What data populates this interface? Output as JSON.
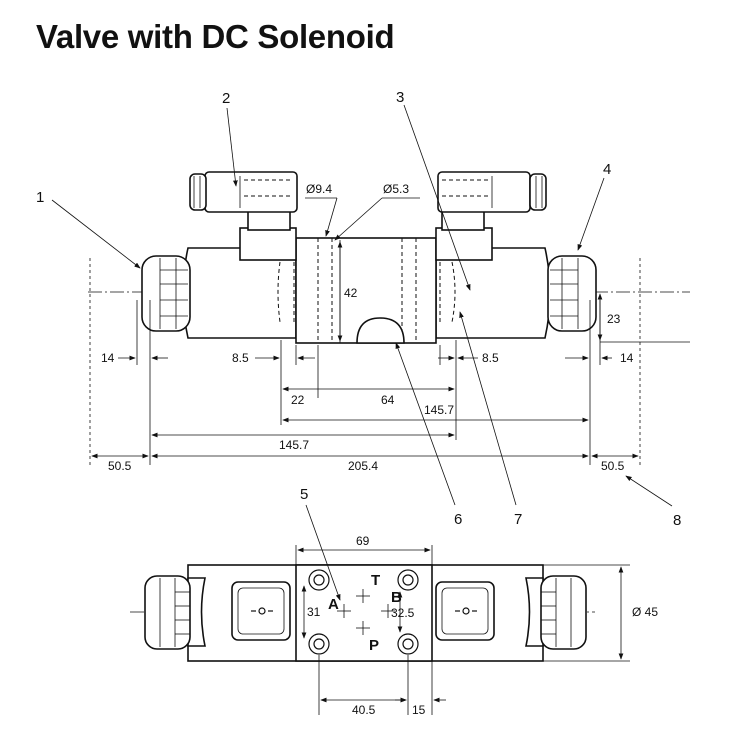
{
  "title": "Valve with DC Solenoid",
  "callouts": [
    "1",
    "2",
    "3",
    "4",
    "5",
    "6",
    "7",
    "8"
  ],
  "dimensions": {
    "dia_9_4": "Ø9.4",
    "dia_5_3": "Ø5.3",
    "d42": "42",
    "d23": "23",
    "d14_left": "14",
    "d14_right": "14",
    "d8_5_left": "8.5",
    "d8_5_right": "8.5",
    "d22": "22",
    "d64": "64",
    "d145_7_upper": "145.7",
    "d145_7_lower": "145.7",
    "d50_5_left": "50.5",
    "d205_4": "205.4",
    "d50_5_right": "50.5",
    "d69": "69",
    "d31": "31",
    "d32_5": "32.5",
    "dia_45": "Ø 45",
    "d40_5": "40.5",
    "d15": "15"
  },
  "ports": [
    "A",
    "B",
    "T",
    "P"
  ]
}
